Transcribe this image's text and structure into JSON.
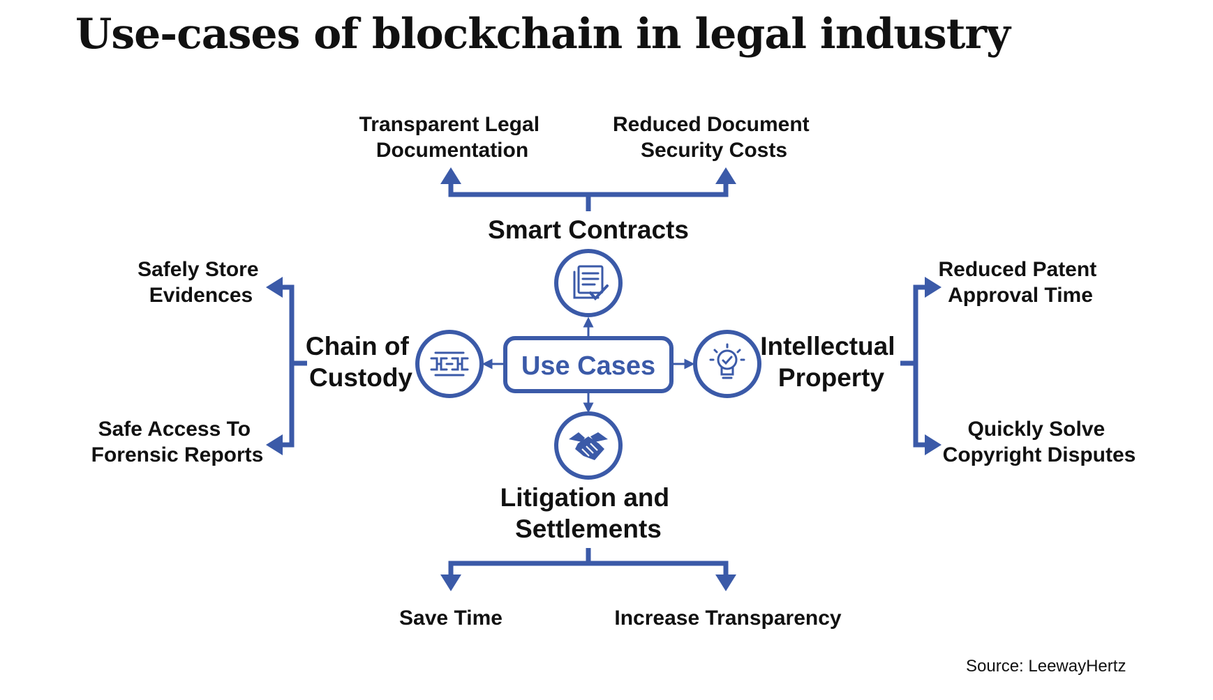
{
  "title": "Use-cases of blockchain in legal industry",
  "center": "Use Cases",
  "branches": {
    "smart_contracts": {
      "label": "Smart Contracts",
      "icon": "document-check-icon",
      "benefits": [
        "Transparent Legal\nDocumentation",
        "Reduced Document\nSecurity Costs"
      ]
    },
    "chain_of_custody": {
      "label": "Chain of\nCustody",
      "icon": "blockchain-link-icon",
      "benefits": [
        "Safely Store\nEvidences",
        "Safe Access To\nForensic Reports"
      ]
    },
    "intellectual_property": {
      "label": "Intellectual\nProperty",
      "icon": "lightbulb-check-icon",
      "benefits": [
        "Reduced Patent\nApproval Time",
        "Quickly Solve\nCopyright Disputes"
      ]
    },
    "litigation": {
      "label": "Litigation and\nSettlements",
      "icon": "handshake-icon",
      "benefits": [
        "Save Time",
        "Increase Transparency"
      ]
    }
  },
  "source": "Source: LeewayHertz",
  "colors": {
    "accent": "#3b5aa8",
    "text": "#111111"
  }
}
